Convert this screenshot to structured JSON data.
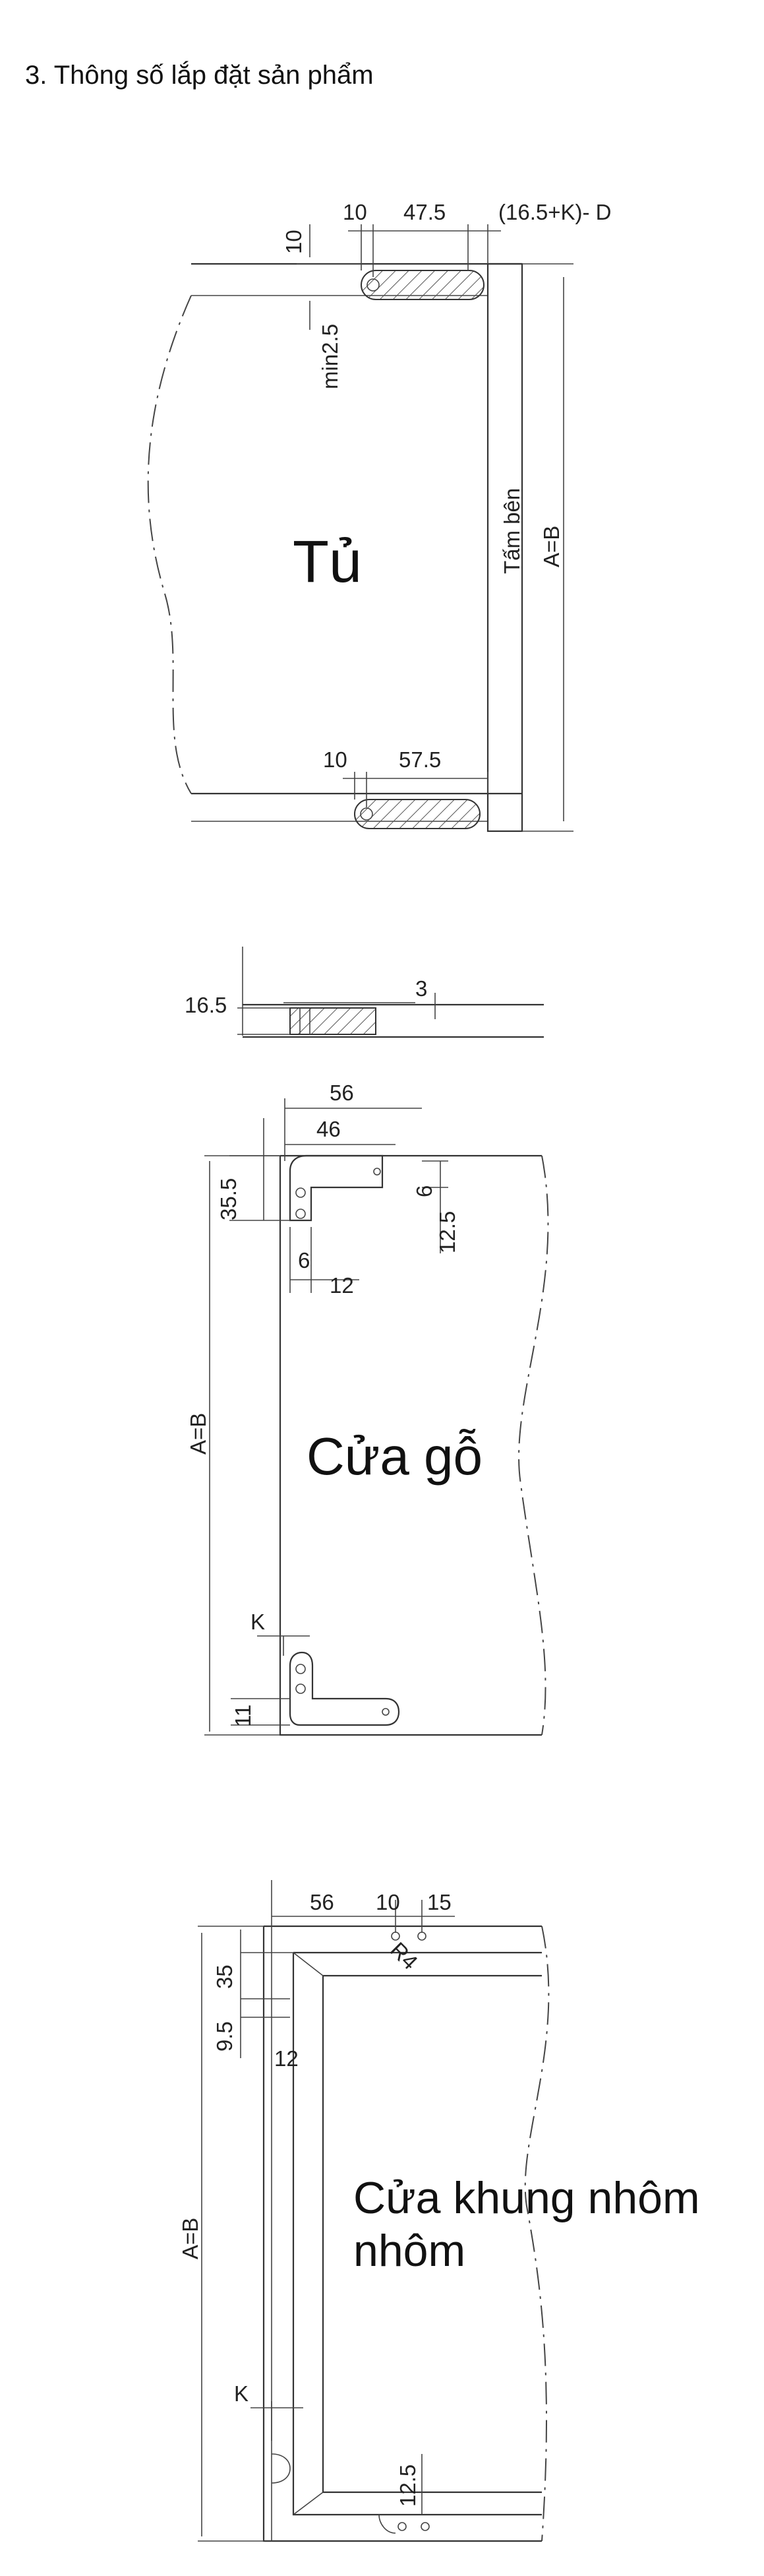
{
  "heading": "3. Thông số lắp đặt sản phẩm",
  "tu": {
    "label": "Tủ",
    "side_panel": "Tấm bên",
    "height": "A=B",
    "dim_top_10": "10",
    "dim_top_47_5": "47.5",
    "dim_top_formula": "(16.5+K)- D",
    "dim_left_10": "10",
    "dim_min2_5": "min2.5",
    "dim_bottom_10": "10",
    "dim_bottom_57_5": "57.5"
  },
  "section": {
    "dim_16_5": "16.5",
    "dim_3": "3"
  },
  "cua_go": {
    "label": "Cửa gỗ",
    "height": "A=B",
    "dim_56": "56",
    "dim_46": "46",
    "dim_35_5": "35.5",
    "dim_6a": "6",
    "dim_12_5": "12.5",
    "dim_6b": "6",
    "dim_12": "12",
    "dim_k": "K",
    "dim_11": "11"
  },
  "cua_nhom": {
    "label_line1": "Cửa khung nhôm",
    "label_line2": "nhôm",
    "height": "A=B",
    "dim_56": "56",
    "dim_10": "10",
    "dim_15": "15",
    "dim_r4": "R4",
    "dim_35": "35",
    "dim_9_5": "9.5",
    "dim_12": "12",
    "dim_k": "K",
    "dim_12_5": "12.5"
  }
}
